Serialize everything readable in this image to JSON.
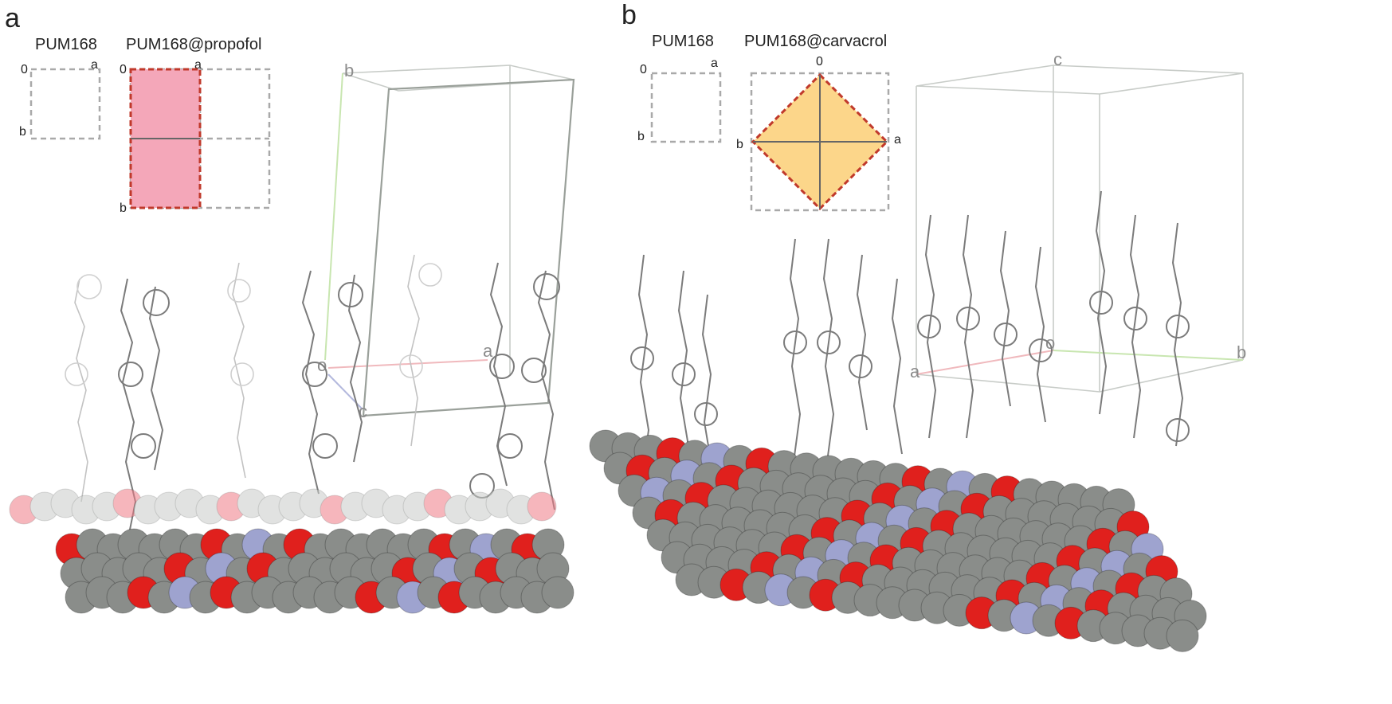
{
  "panel_a": {
    "letter": "a",
    "pristine": {
      "title": "PUM168",
      "origin": "0",
      "axis1": "a",
      "axis2": "b"
    },
    "loaded": {
      "title": "PUM168@propofol",
      "origin": "0",
      "axis1": "a",
      "axis2": "b",
      "fill_color": "#f4a7b9"
    },
    "unit_cell": {
      "label_b": "b",
      "label_o": "o",
      "label_a": "a",
      "label_c": "c"
    }
  },
  "panel_b": {
    "letter": "b",
    "pristine": {
      "title": "PUM168",
      "origin": "0",
      "axis1": "a",
      "axis2": "b"
    },
    "loaded": {
      "title": "PUM168@carvacrol",
      "origin": "0",
      "axis1": "a",
      "axis2": "b",
      "fill_color": "#fcd68a"
    },
    "unit_cell": {
      "label_c": "c",
      "label_o": "o",
      "label_a": "a",
      "label_b": "b"
    }
  },
  "colors": {
    "carbon": "#8a8d8a",
    "oxygen": "#e0201d",
    "nitrogen": "#9ea3cf",
    "cell_edge": "#9aa09a"
  }
}
